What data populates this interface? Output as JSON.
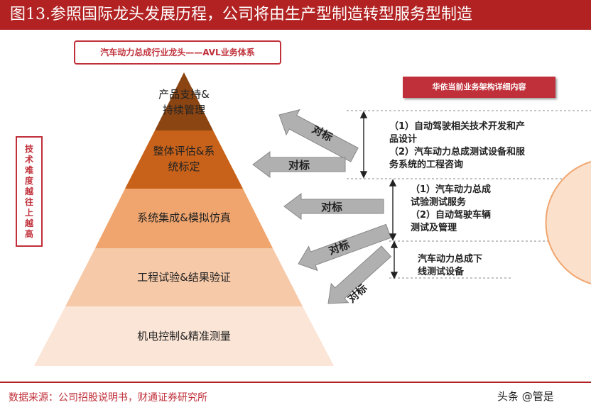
{
  "title": "图13.参照国际龙头发展历程，公司将由生产型制造转型服务型制造",
  "header_box": "汽车动力总成行业龙头——AVL业务体系",
  "side_label": "技术难度越往上越高",
  "right_header": "华依当前业务架构详细内容",
  "pyramid_levels": [
    {
      "line1": "产品支持&",
      "line2": "持续管理"
    },
    {
      "line1": "整体评估&系",
      "line2": "统标定"
    },
    {
      "line1": "系统集成&模拟仿真",
      "line2": ""
    },
    {
      "line1": "工程试验&结果验证",
      "line2": ""
    },
    {
      "line1": "机电控制&精准测量",
      "line2": ""
    }
  ],
  "arrow_label": "对标",
  "descriptions": [
    {
      "l1": "（1）自动驾驶相关技术开发和产",
      "l2": "品设计",
      "l3": "（2）汽车动力总成测试设备和服",
      "l4": "务系统的工程咨询"
    },
    {
      "l1": "（1）汽车动力总成",
      "l2": "试验测试服务",
      "l3": "（2）自动驾驶车辆",
      "l4": "测试及管理"
    },
    {
      "l1": "汽车动力总成下",
      "l2": "线测试设备"
    }
  ],
  "source": "数据来源：公司招股说明书，财通证券研究所",
  "brand": "头条 @管是",
  "colors": {
    "accent": "#b22222",
    "level1": "#8a4513",
    "level2": "#c8621a",
    "level3": "#f0a56e",
    "level4": "#f6c9a8",
    "level5": "#fbe5d6",
    "arrow": "#b0b0b0"
  }
}
